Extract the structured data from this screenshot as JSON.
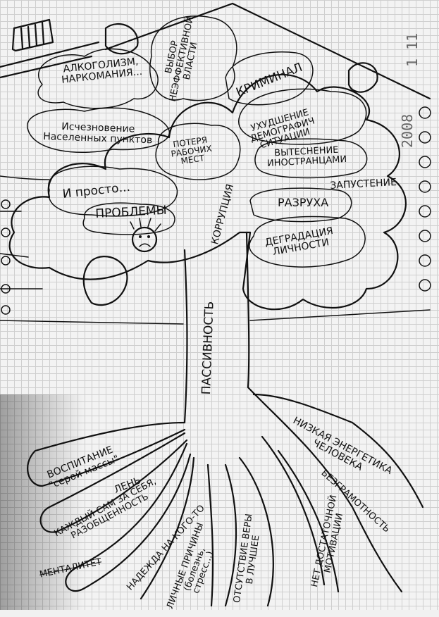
{
  "corner": {
    "date_top": "1  11",
    "year": "2008"
  },
  "crown": {
    "alcoholism": {
      "line1": "АЛКОГОЛИЗМ,",
      "line2": "НАРКОМАНИЯ..."
    },
    "choice": {
      "line1": "ВЫБОР",
      "line2": "НЕЭФФЕКТИВНОЙ",
      "line3": "ВЛАСТИ"
    },
    "crime": "КРИМИНАЛ",
    "disappearance": {
      "line1": "Исчезновение",
      "line2": "Населенных пунктов"
    },
    "job_loss": {
      "line1": "ПОТЕРЯ",
      "line2": "РАБОЧИХ",
      "line3": "МЕСТ"
    },
    "demography": {
      "line1": "УХУДШЕНИЕ",
      "line2": "ДЕМОГРАФИЧ",
      "line3": "СИТУАЦИИ"
    },
    "displacement": {
      "line1": "ВЫТЕСНЕНИЕ",
      "line2": "ИНОСТРАНЦАМИ"
    },
    "neglect": "ЗАПУСТЕНИЕ",
    "ruin": "РАЗРУХА",
    "degradation": {
      "line1": "ДЕГРАДАЦИЯ",
      "line2": "ЛИЧНОСТИ"
    },
    "just": "И просто...",
    "problems": "ПРОБЛЕМЫ"
  },
  "trunk": {
    "corruption": "КОРРУПЦИЯ",
    "passivity": "ПАССИВНОСТЬ"
  },
  "roots": {
    "upbringing": {
      "line1": "ВОСПИТАНИЕ",
      "line2": "\"серой массы\""
    },
    "laziness": "ЛЕНЬ",
    "disunity": {
      "line1": "КАЖДЫЙ САМ ЗА СЕБЯ,",
      "line2": "РАЗОБЩЕННОСТЬ"
    },
    "mentality": "МЕНТАЛИТЕТ",
    "hope": "НАДЕЖДА НА КОГО-ТО",
    "personal": {
      "line1": "ЛИЧНЫЕ ПРИЧИНЫ",
      "line2": "(болезнь,",
      "line3": "стресс...)"
    },
    "faith": {
      "line1": "ОТСУТСТВИЕ ВЕРЫ",
      "line2": "В ЛУЧШЕЕ"
    },
    "motivation": {
      "line1": "НЕТ ДОСТАТОЧНОЙ",
      "line2": "МОТИВАЦИИ"
    },
    "energy": {
      "line1": "НИЗКАЯ ЭНЕРГЕТИКА",
      "line2": "ЧЕЛОВЕКА"
    },
    "illiteracy": "БЕЗГРАМОТНОСТЬ"
  }
}
